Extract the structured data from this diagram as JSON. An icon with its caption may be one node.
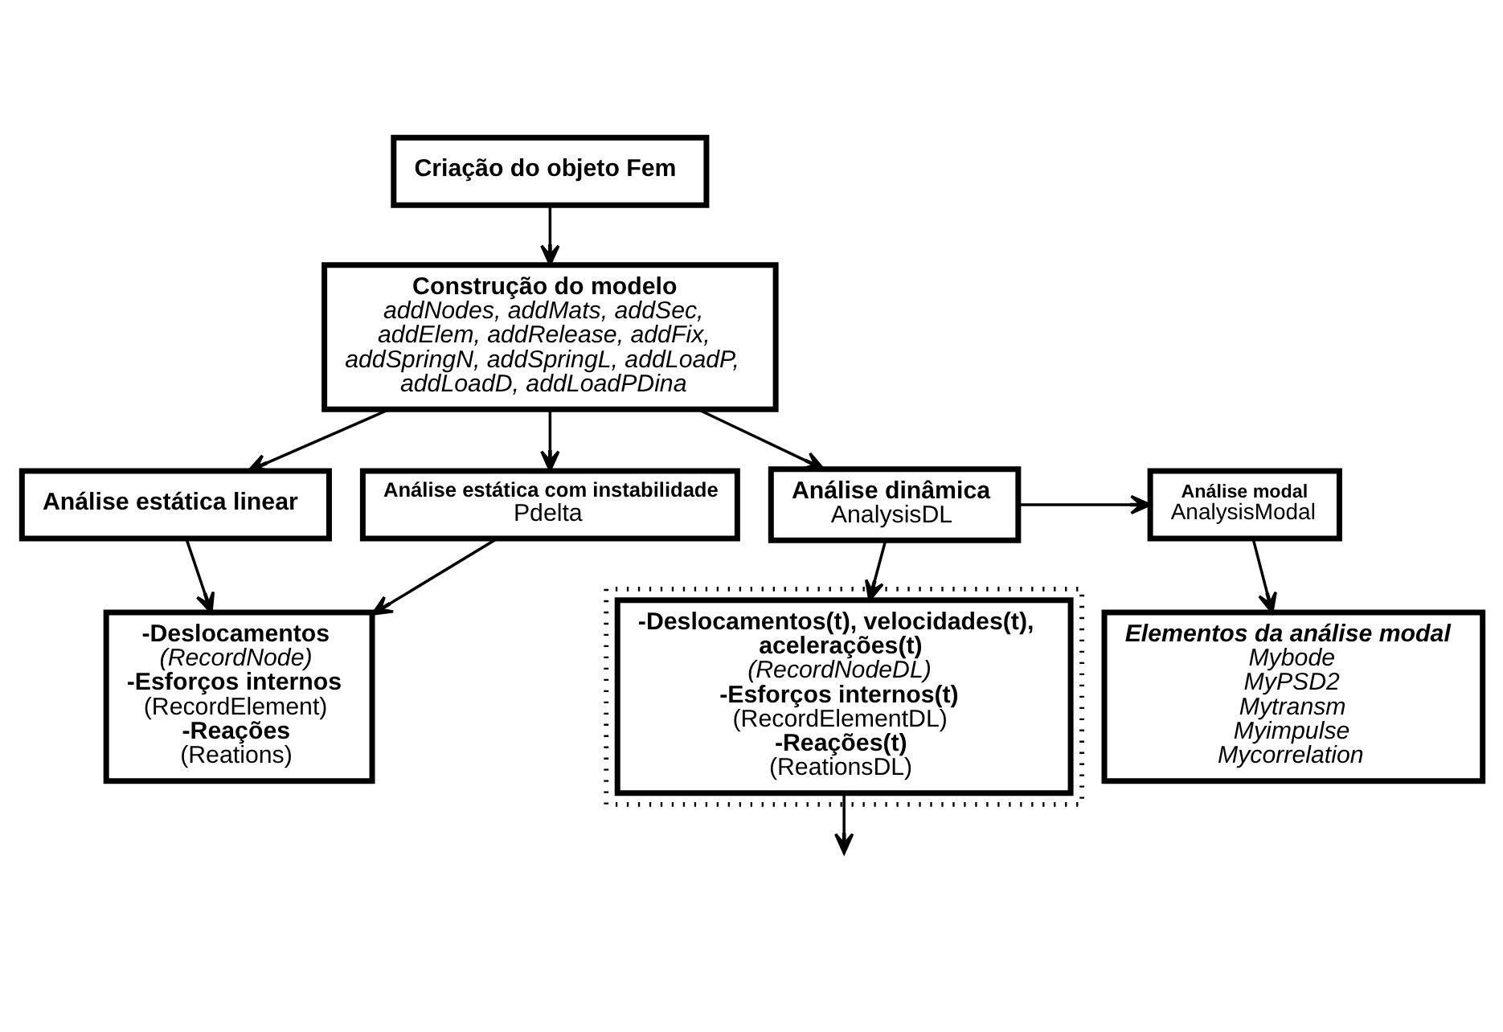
{
  "diagram": {
    "nodes": [
      {
        "text": [
          "Criação do objeto Fem"
        ]
      },
      {
        "text": [
          "Construção do modelo",
          "addNodes, addMats, addSec, addElem, addRelease, addFix, addSpringN, addSpringL, addLoadP, addLoadD, addLoadPDina"
        ]
      },
      {
        "text": [
          "Análise estática linear"
        ]
      },
      {
        "text": [
          "Análise estática com instabilidade",
          "Pdelta"
        ]
      },
      {
        "text": [
          "Análise dinâmica",
          "AnalysisDL"
        ]
      },
      {
        "text": [
          "Análise modal",
          "AnalysisModal"
        ]
      },
      {
        "text": [
          "-Deslocamentos",
          "(RecordNode)",
          "-Esforços internos",
          "(RecordElement)",
          "-Reações",
          "(Reations)"
        ]
      },
      {
        "text": [],
        "shape": "box"
      },
      {
        "text": [
          "-Deslocamentos(t), velocidades(t), acelerações(t)",
          "(RecordNodeDL)",
          "-Esforços internos(t)",
          "(RecordElementDL)",
          "-Reações(t)",
          "(ReationsDL)"
        ],
        "in": 7
      },
      {
        "text": [
          "Elementos da análise modal",
          "Mybode",
          "MyPSD2",
          "Mytransm",
          "Myimpulse",
          "Mycorrelation"
        ]
      }
    ],
    "edges": [
      {
        "from": 0,
        "to": 1,
        "arrow": "to"
      },
      {
        "from": 1,
        "to": 2,
        "arrow": "to"
      },
      {
        "from": 1,
        "to": 3,
        "arrow": "to"
      },
      {
        "from": 1,
        "to": 4,
        "arrow": "to"
      },
      {
        "from": 4,
        "to": 5,
        "arrow": "to"
      },
      {
        "from": 2,
        "to": 6,
        "arrow": "to"
      },
      {
        "from": 3,
        "to": 6,
        "arrow": "to"
      },
      {
        "from": 4,
        "to": 8,
        "arrow": "to"
      },
      {
        "from": 5,
        "to": 9,
        "arrow": "to"
      },
      {
        "from": 8,
        "to": null,
        "arrow": "to"
      }
    ]
  }
}
